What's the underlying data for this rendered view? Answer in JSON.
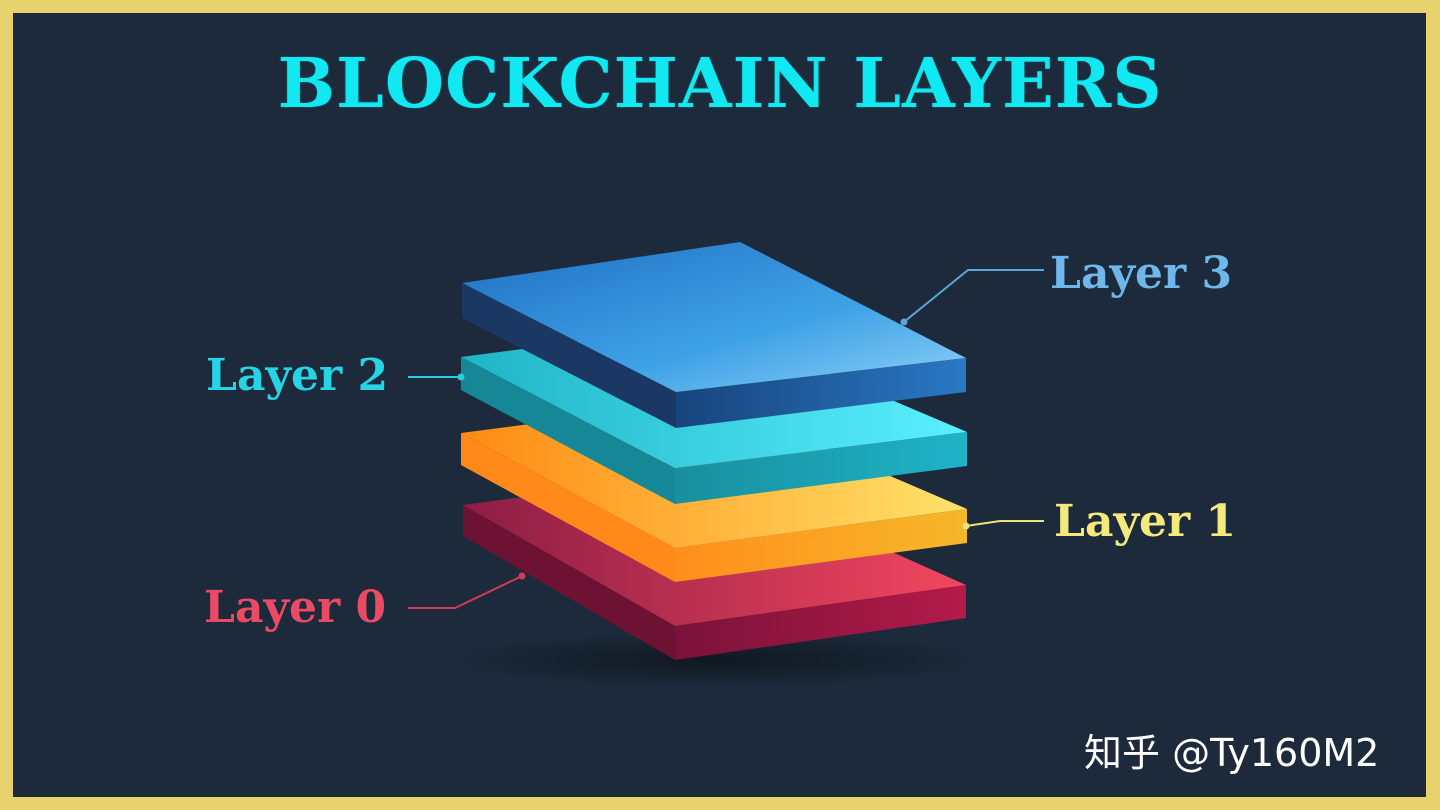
{
  "title": "BLOCKCHAIN LAYERS",
  "layers": [
    {
      "label": "Layer 3",
      "color": "#2b8ee0"
    },
    {
      "label": "Layer 2",
      "color": "#2ad6e8"
    },
    {
      "label": "Layer 1",
      "color": "#f8b62e"
    },
    {
      "label": "Layer 0",
      "color": "#c8244f"
    }
  ],
  "watermark": "知乎 @Ty160M2",
  "colors": {
    "border": "#e8d26e",
    "background": "#1c2a3b",
    "title": "#10e8f2"
  }
}
